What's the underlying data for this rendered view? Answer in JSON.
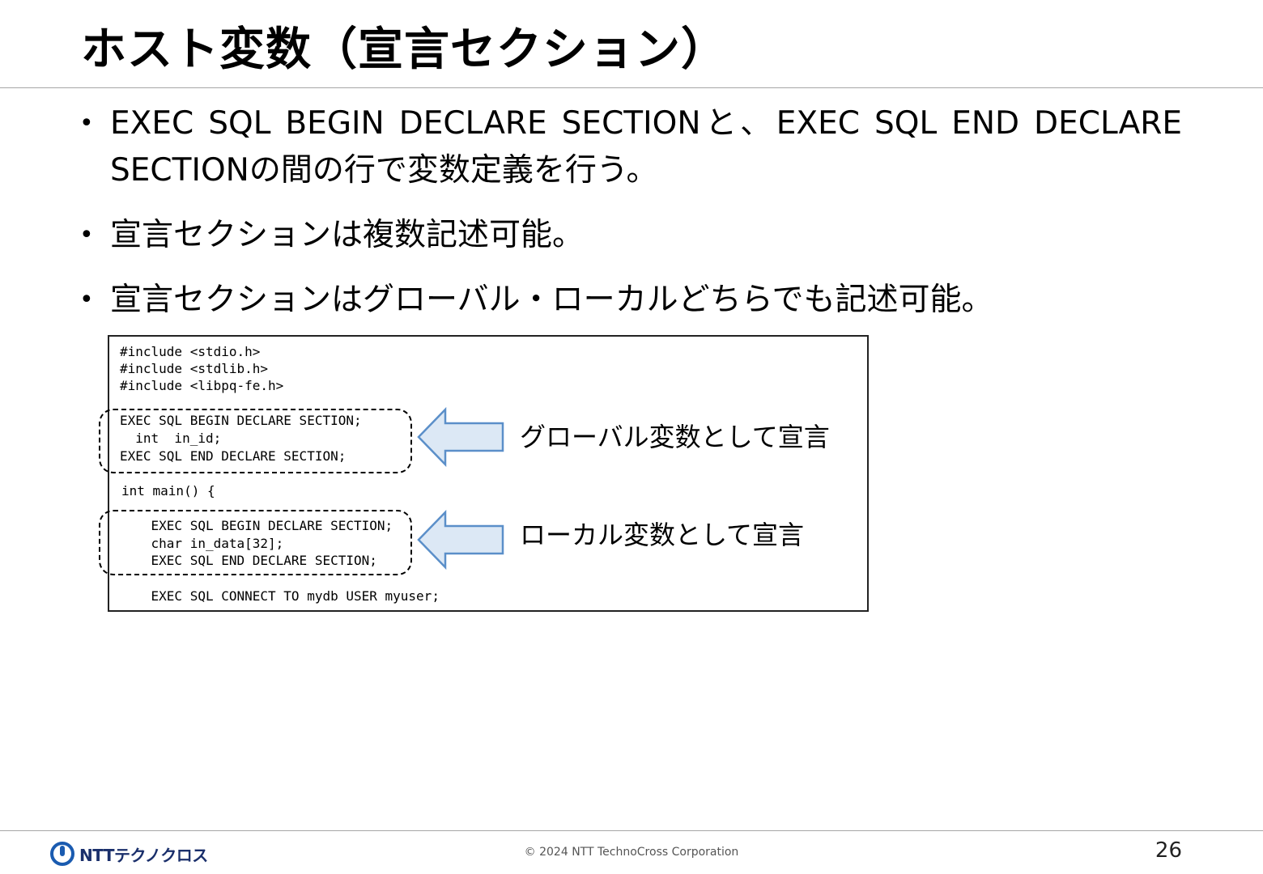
{
  "slide": {
    "title": "ホスト変数（宣言セクション）"
  },
  "bullets": [
    {
      "marker": "•",
      "text": "EXEC SQL BEGIN DECLARE SECTIONと、EXEC SQL END DECLARE SECTIONの間の行で変数定義を行う。"
    },
    {
      "marker": "•",
      "text": "宣言セクションは複数記述可能。"
    },
    {
      "marker": "•",
      "text": "宣言セクションはグローバル・ローカルどちらでも記述可能。"
    }
  ],
  "code": {
    "lines": [
      "#include <stdio.h>",
      "#include <stdlib.h>",
      "#include <libpq-fe.h>",
      "EXEC SQL BEGIN DECLARE SECTION;",
      "  int  in_id;",
      "EXEC SQL END DECLARE SECTION;",
      "int main() {",
      "    EXEC SQL BEGIN DECLARE SECTION;",
      "    char in_data[32];",
      "    EXEC SQL END DECLARE SECTION;",
      "    EXEC SQL CONNECT TO mydb USER myuser;"
    ]
  },
  "annotations": {
    "global": "グローバル変数として宣言",
    "local": "ローカル変数として宣言"
  },
  "colors": {
    "arrow_fill": "#dce8f5",
    "arrow_stroke": "#5b8fc9",
    "logo_blue": "#1a5bb0"
  },
  "footer": {
    "logo_text": "NTTテクノクロス",
    "copyright": "© 2024 NTT TechnoCross Corporation",
    "page_number": "26"
  }
}
